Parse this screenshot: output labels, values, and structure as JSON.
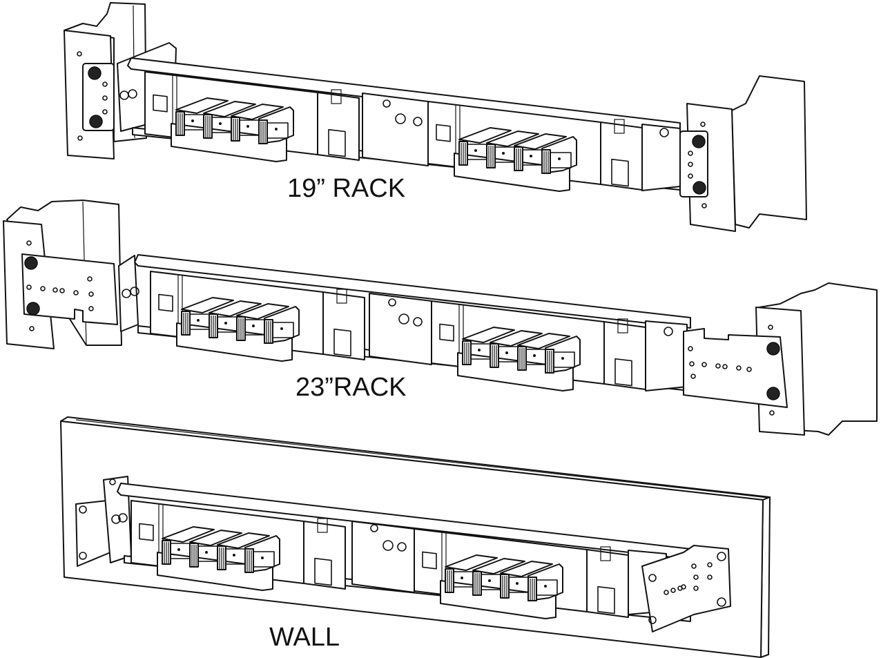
{
  "diagram": {
    "title": "Mounting options",
    "configurations": [
      {
        "id": "rack19",
        "label": "19” RACK",
        "mount": "rack",
        "modules": 2,
        "sfp_ports_per_module": 4,
        "rj45_ports_per_module": 2
      },
      {
        "id": "rack23",
        "label": "23”RACK",
        "mount": "rack",
        "modules": 2,
        "sfp_ports_per_module": 4,
        "rj45_ports_per_module": 2
      },
      {
        "id": "wall",
        "label": "WALL",
        "mount": "wall",
        "modules": 2,
        "sfp_ports_per_module": 4,
        "rj45_ports_per_module": 2
      }
    ],
    "colors": {
      "line": "#111111",
      "background": "#ffffff"
    }
  }
}
